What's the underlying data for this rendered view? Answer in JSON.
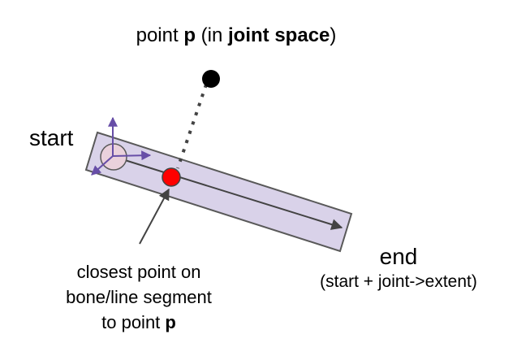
{
  "title": {
    "prefix": "point ",
    "p": "p",
    "mid": " (in ",
    "bold": "joint space",
    "suffix": ")"
  },
  "labels": {
    "start": "start",
    "end": "end",
    "end_note": "(start + joint->extent)"
  },
  "closest_label": {
    "line1": "closest point on",
    "line2": "bone/line segment",
    "line3_prefix": "to point ",
    "line3_bold": "p"
  },
  "colors": {
    "bone_fill": "#d9d2e9",
    "bone_stroke": "#595959",
    "axis_arrow": "#674ea7",
    "start_marker_fill": "#ead1dc",
    "closest_point": "#ff0000",
    "query_point": "#000000",
    "line": "#434343"
  }
}
